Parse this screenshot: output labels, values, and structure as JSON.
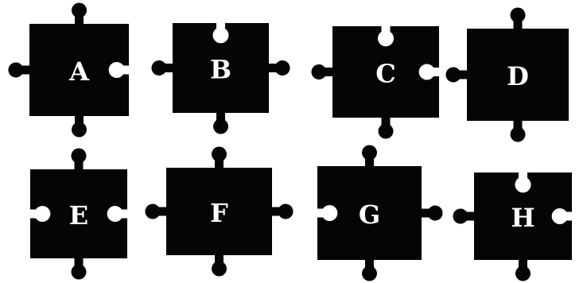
{
  "puzzle": {
    "background": "#ffffff",
    "piece_color": "#050505",
    "label_color": "#ffffff",
    "pieces": [
      {
        "label": "A",
        "top": "tab",
        "right": "blank",
        "bottom": "tab",
        "left": "tab"
      },
      {
        "label": "B",
        "top": "blank",
        "right": "tab",
        "bottom": "tab",
        "left": "tab"
      },
      {
        "label": "C",
        "top": "blank",
        "right": "blank",
        "bottom": "tab",
        "left": "tab"
      },
      {
        "label": "D",
        "top": "tab",
        "right": "flat",
        "bottom": "tab",
        "left": "tab"
      },
      {
        "label": "E",
        "top": "tab",
        "right": "blank",
        "bottom": "tab",
        "left": "blank"
      },
      {
        "label": "F",
        "top": "tab",
        "right": "tab",
        "bottom": "tab",
        "left": "tab"
      },
      {
        "label": "G",
        "top": "tab",
        "right": "tab",
        "bottom": "tab",
        "left": "blank"
      },
      {
        "label": "H",
        "top": "blank",
        "right": "blank",
        "bottom": "tab",
        "left": "tab"
      }
    ]
  }
}
